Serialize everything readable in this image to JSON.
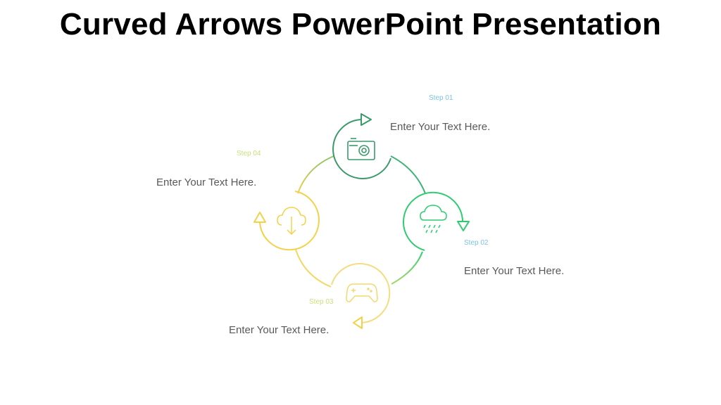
{
  "title": "Curved Arrows PowerPoint Presentation",
  "steps": [
    {
      "label": "Step 01",
      "text": "Enter Your Text Here.",
      "icon": "camera-icon",
      "color": "#3a9a6a",
      "label_color": "#7cc3dd"
    },
    {
      "label": "Step 02",
      "text": "Enter Your Text Here.",
      "icon": "cloud-rain-icon",
      "color": "#2ecc71",
      "label_color": "#7cc3dd"
    },
    {
      "label": "Step 03",
      "text": "Enter Your Text Here.",
      "icon": "gamepad-icon",
      "color": "#f5dc80",
      "label_color": "#c9e07a"
    },
    {
      "label": "Step 04",
      "text": "Enter Your Text Here.",
      "icon": "cloud-download-icon",
      "color": "#f2d24a",
      "label_color": "#c9e07a"
    }
  ]
}
